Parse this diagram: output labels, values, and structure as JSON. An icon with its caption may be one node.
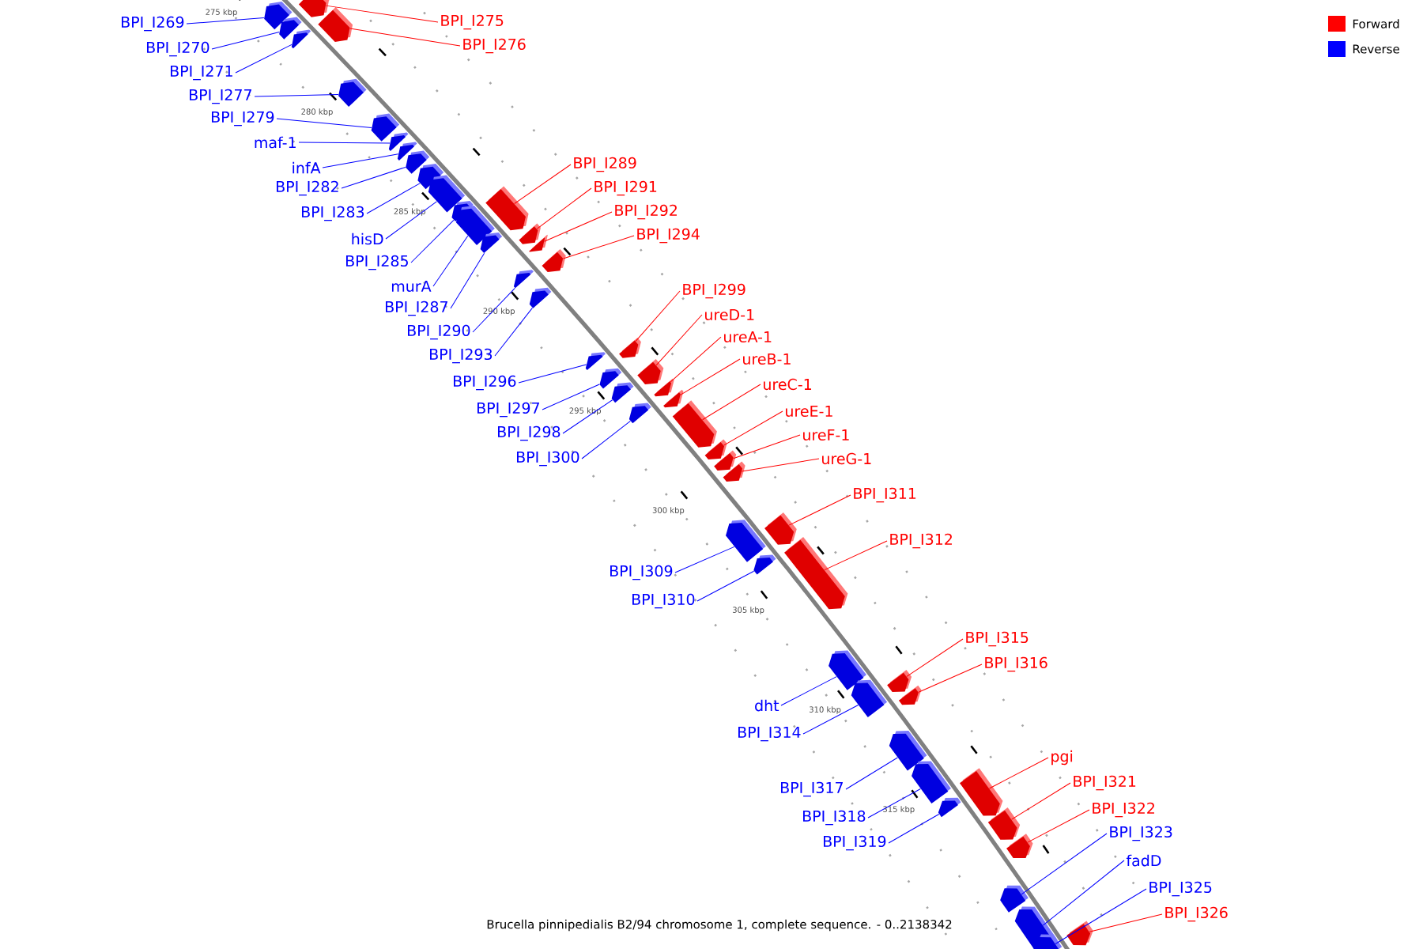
{
  "diagram": {
    "caption": "Brucella pinnipedialis B2/94 chromosome 1, complete sequence. - 0..2138342",
    "nodes": [
      {
        "text": [
          "BPI_I269"
        ]
      },
      {
        "text": [
          "BPI_I275"
        ]
      },
      {
        "text": [
          "BPI_I276"
        ]
      },
      {
        "text": [
          "BPI_I270"
        ]
      },
      {
        "text": [
          "BPI_I271"
        ]
      },
      {
        "text": [
          "BPI_I277"
        ]
      },
      {
        "text": [
          "BPI_I279"
        ]
      },
      {
        "text": [
          "maf-1"
        ]
      },
      {
        "text": [
          "infA"
        ]
      },
      {
        "text": [
          "BPI_I289"
        ]
      },
      {
        "text": [
          "BPI_I282"
        ]
      },
      {
        "text": [
          "BPI_I291"
        ]
      },
      {
        "text": [
          "BPI_I283"
        ]
      },
      {
        "text": [
          "BPI_I292"
        ]
      },
      {
        "text": [
          "BPI_I294"
        ]
      },
      {
        "text": [
          "hisD"
        ]
      },
      {
        "text": [
          "BPI_I285"
        ]
      },
      {
        "text": [
          "murA"
        ]
      },
      {
        "text": [
          "BPI_I299"
        ]
      },
      {
        "text": [
          "BPI_I287"
        ]
      },
      {
        "text": [
          "ureD-1"
        ]
      },
      {
        "text": [
          "BPI_I290"
        ]
      },
      {
        "text": [
          "ureA-1"
        ]
      },
      {
        "text": [
          "BPI_I293"
        ]
      },
      {
        "text": [
          "ureB-1"
        ]
      },
      {
        "text": [
          "BPI_I296"
        ]
      },
      {
        "text": [
          "ureC-1"
        ]
      },
      {
        "text": [
          "BPI_I297"
        ]
      },
      {
        "text": [
          "ureE-1"
        ]
      },
      {
        "text": [
          "BPI_I298"
        ]
      },
      {
        "text": [
          "ureF-1"
        ]
      },
      {
        "text": [
          "BPI_I300"
        ]
      },
      {
        "text": [
          "ureG-1"
        ]
      },
      {
        "text": [
          "BPI_I311"
        ]
      },
      {
        "text": [
          "BPI_I312"
        ]
      },
      {
        "text": [
          "BPI_I309"
        ]
      },
      {
        "text": [
          "BPI_I310"
        ]
      },
      {
        "text": [
          "BPI_I315"
        ]
      },
      {
        "text": [
          "BPI_I316"
        ]
      },
      {
        "text": [
          "dht"
        ]
      },
      {
        "text": [
          "BPI_I314"
        ]
      },
      {
        "text": [
          "pgi"
        ]
      },
      {
        "text": [
          "BPI_I321"
        ]
      },
      {
        "text": [
          "BPI_I317"
        ]
      },
      {
        "text": [
          "BPI_I322"
        ]
      },
      {
        "text": [
          "BPI_I318"
        ]
      },
      {
        "text": [
          "BPI_I323"
        ]
      },
      {
        "text": [
          "BPI_I319"
        ]
      },
      {
        "text": [
          "fadD"
        ]
      },
      {
        "text": [
          "BPI_I325"
        ]
      },
      {
        "text": [
          "BPI_I326"
        ]
      },
      {
        "text": [],
        "shape": "pentagon"
      },
      {
        "text": [],
        "shape": "pentagon"
      },
      {
        "text": [],
        "shape": "pentagon"
      },
      {
        "text": [],
        "shape": "pentagon"
      },
      {
        "text": [],
        "shape": "pentagon"
      },
      {
        "text": [],
        "shape": "pentagon"
      },
      {
        "text": [],
        "shape": "pentagon"
      },
      {
        "text": [],
        "shape": "pentagon"
      },
      {
        "text": [],
        "shape": "pentagon"
      },
      {
        "text": [],
        "shape": "pentagon"
      },
      {
        "text": [],
        "shape": "pentagon"
      },
      {
        "text": [],
        "shape": "pentagon"
      },
      {
        "text": [],
        "shape": "pentagon"
      },
      {
        "text": [],
        "shape": "pentagon"
      },
      {
        "text": [],
        "shape": "pentagon"
      },
      {
        "text": [],
        "shape": "pentagon"
      },
      {
        "text": [],
        "shape": "pentagon"
      },
      {
        "text": [],
        "shape": "pentagon"
      },
      {
        "text": [],
        "shape": "pentagon"
      },
      {
        "text": [],
        "shape": "pentagon"
      },
      {
        "text": [],
        "shape": "pentagon"
      },
      {
        "text": [],
        "shape": "pentagon"
      },
      {
        "text": [],
        "shape": "pentagon"
      },
      {
        "text": [],
        "shape": "pentagon"
      },
      {
        "text": [],
        "shape": "pentagon"
      },
      {
        "text": [],
        "shape": "pentagon"
      },
      {
        "text": [],
        "shape": "pentagon"
      },
      {
        "text": [],
        "shape": "pentagon"
      },
      {
        "text": [],
        "shape": "pentagon"
      },
      {
        "text": [],
        "shape": "pentagon"
      },
      {
        "text": [],
        "shape": "pentagon"
      },
      {
        "text": [],
        "shape": "pentagon"
      },
      {
        "text": [],
        "shape": "pentagon"
      },
      {
        "text": [],
        "shape": "pentagon"
      },
      {
        "text": [],
        "shape": "pentagon"
      },
      {
        "text": [],
        "shape": "pentagon"
      },
      {
        "text": [],
        "shape": "pentagon"
      },
      {
        "text": [],
        "shape": "pentagon"
      },
      {
        "text": [],
        "shape": "pentagon"
      },
      {
        "text": [],
        "shape": "pentagon"
      },
      {
        "text": [],
        "shape": "pentagon"
      },
      {
        "text": [],
        "shape": "pentagon"
      },
      {
        "text": [],
        "shape": "pentagon"
      },
      {
        "text": [],
        "shape": "pentagon"
      },
      {
        "text": [],
        "shape": "pentagon"
      },
      {
        "text": [],
        "shape": "pentagon"
      },
      {
        "text": [],
        "shape": "pentagon"
      },
      {
        "text": [],
        "shape": "pentagon"
      },
      {
        "text": [],
        "shape": "pentagon"
      },
      {
        "text": [],
        "shape": "pentagon"
      },
      {
        "text": [],
        "shape": "pentagon"
      }
    ],
    "edges": [
      {
        "from": 0,
        "to": 51,
        "arrow": "none",
        "color": "#0000ff"
      },
      {
        "from": 1,
        "to": 52,
        "arrow": "none",
        "color": "#ff0000"
      },
      {
        "from": 2,
        "to": 55,
        "arrow": "none",
        "color": "#ff0000"
      },
      {
        "from": 3,
        "to": 53,
        "arrow": "none",
        "color": "#0000ff"
      },
      {
        "from": 4,
        "to": 54,
        "arrow": "none",
        "color": "#0000ff"
      },
      {
        "from": 5,
        "to": 56,
        "arrow": "none",
        "color": "#0000ff"
      },
      {
        "from": 6,
        "to": 57,
        "arrow": "none",
        "color": "#0000ff"
      },
      {
        "from": 7,
        "to": 58,
        "arrow": "none",
        "color": "#0000ff"
      },
      {
        "from": 8,
        "to": 59,
        "arrow": "none",
        "color": "#0000ff"
      },
      {
        "from": 9,
        "to": 65,
        "arrow": "none",
        "color": "#ff0000"
      },
      {
        "from": 10,
        "to": 60,
        "arrow": "none",
        "color": "#0000ff"
      },
      {
        "from": 11,
        "to": 67,
        "arrow": "none",
        "color": "#ff0000"
      },
      {
        "from": 12,
        "to": 61,
        "arrow": "none",
        "color": "#0000ff"
      },
      {
        "from": 13,
        "to": 68,
        "arrow": "none",
        "color": "#ff0000"
      },
      {
        "from": 14,
        "to": 70,
        "arrow": "none",
        "color": "#ff0000"
      },
      {
        "from": 15,
        "to": 62,
        "arrow": "none",
        "color": "#0000ff"
      },
      {
        "from": 16,
        "to": 63,
        "arrow": "none",
        "color": "#0000ff"
      },
      {
        "from": 17,
        "to": 64,
        "arrow": "none",
        "color": "#0000ff"
      },
      {
        "from": 18,
        "to": 73,
        "arrow": "none",
        "color": "#ff0000"
      },
      {
        "from": 19,
        "to": 66,
        "arrow": "none",
        "color": "#0000ff"
      },
      {
        "from": 20,
        "to": 76,
        "arrow": "none",
        "color": "#ff0000"
      },
      {
        "from": 21,
        "to": 69,
        "arrow": "none",
        "color": "#0000ff"
      },
      {
        "from": 22,
        "to": 77,
        "arrow": "none",
        "color": "#ff0000"
      },
      {
        "from": 23,
        "to": 71,
        "arrow": "none",
        "color": "#0000ff"
      },
      {
        "from": 24,
        "to": 79,
        "arrow": "none",
        "color": "#ff0000"
      },
      {
        "from": 25,
        "to": 72,
        "arrow": "none",
        "color": "#0000ff"
      },
      {
        "from": 26,
        "to": 80,
        "arrow": "none",
        "color": "#ff0000"
      },
      {
        "from": 27,
        "to": 74,
        "arrow": "none",
        "color": "#0000ff"
      },
      {
        "from": 28,
        "to": 81,
        "arrow": "none",
        "color": "#ff0000"
      },
      {
        "from": 29,
        "to": 75,
        "arrow": "none",
        "color": "#0000ff"
      },
      {
        "from": 30,
        "to": 82,
        "arrow": "none",
        "color": "#ff0000"
      },
      {
        "from": 31,
        "to": 78,
        "arrow": "none",
        "color": "#0000ff"
      },
      {
        "from": 32,
        "to": 83,
        "arrow": "none",
        "color": "#ff0000"
      },
      {
        "from": 33,
        "to": 85,
        "arrow": "none",
        "color": "#ff0000"
      },
      {
        "from": 34,
        "to": 87,
        "arrow": "none",
        "color": "#ff0000"
      },
      {
        "from": 35,
        "to": 84,
        "arrow": "none",
        "color": "#0000ff"
      },
      {
        "from": 36,
        "to": 86,
        "arrow": "none",
        "color": "#0000ff"
      },
      {
        "from": 37,
        "to": 90,
        "arrow": "none",
        "color": "#ff0000"
      },
      {
        "from": 38,
        "to": 91,
        "arrow": "none",
        "color": "#ff0000"
      },
      {
        "from": 39,
        "to": 88,
        "arrow": "none",
        "color": "#0000ff"
      },
      {
        "from": 40,
        "to": 89,
        "arrow": "none",
        "color": "#0000ff"
      },
      {
        "from": 41,
        "to": 95,
        "arrow": "none",
        "color": "#ff0000"
      },
      {
        "from": 42,
        "to": 96,
        "arrow": "none",
        "color": "#ff0000"
      },
      {
        "from": 43,
        "to": 92,
        "arrow": "none",
        "color": "#0000ff"
      },
      {
        "from": 44,
        "to": 97,
        "arrow": "none",
        "color": "#ff0000"
      },
      {
        "from": 45,
        "to": 93,
        "arrow": "none",
        "color": "#0000ff"
      },
      {
        "from": 46,
        "to": 98,
        "arrow": "none",
        "color": "#0000ff"
      },
      {
        "from": 47,
        "to": 94,
        "arrow": "none",
        "color": "#0000ff"
      },
      {
        "from": 48,
        "to": 99,
        "arrow": "none",
        "color": "#0000ff"
      },
      {
        "from": 49,
        "to": 100,
        "arrow": "none",
        "color": "#0000ff"
      },
      {
        "from": 50,
        "to": 101,
        "arrow": "none",
        "color": "#ff0000"
      }
    ],
    "labels": [
      "275 kbp",
      "280 kbp",
      "285 kbp",
      "290 kbp",
      "295 kbp",
      "300 kbp",
      "305 kbp",
      "310 kbp",
      "315 kbp"
    ],
    "legend": [
      {
        "text": "Forward",
        "color": "#ff0000"
      },
      {
        "text": "Reverse",
        "color": "#0000ff"
      }
    ]
  }
}
